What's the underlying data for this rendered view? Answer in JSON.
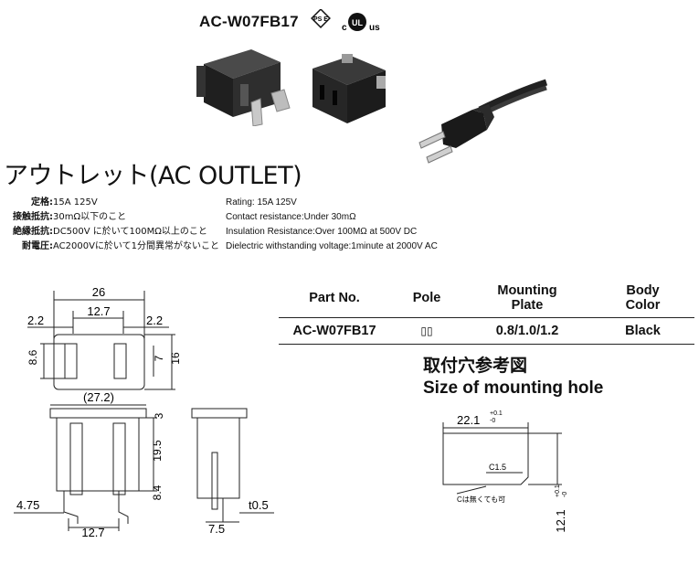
{
  "header": {
    "model": "AC-W07FB17",
    "cert_pse": "PS E",
    "cert_c": "c",
    "cert_ul": "UL",
    "cert_us": "us"
  },
  "section_title": "アウトレット(AC OUTLET)",
  "specs": {
    "jp": [
      {
        "key": "定格:",
        "value": "15A 125V"
      },
      {
        "key": "接触抵抗:",
        "value": "30mΩ以下のこと"
      },
      {
        "key": "絶縁抵抗:",
        "value": "DC500V に於いて100MΩ以上のこと"
      },
      {
        "key": "耐電圧:",
        "value": "AC2000Vに於いて1分間異常がないこと"
      }
    ],
    "en": [
      "Rating: 15A 125V",
      "Contact resistance:Under 30mΩ",
      "Insulation Resistance:Over 100MΩ at 500V DC",
      "Dielectric withstanding voltage:1minute at 2000V AC"
    ]
  },
  "parts_table": {
    "headers": [
      {
        "line1": "Part No.",
        "line2": ""
      },
      {
        "line1": "Pole",
        "line2": ""
      },
      {
        "line1": "Mounting",
        "line2": "Plate"
      },
      {
        "line1": "Body",
        "line2": "Color"
      }
    ],
    "rows": [
      [
        "AC-W07FB17",
        "▯▯",
        "0.8/1.0/1.2",
        "Black"
      ]
    ]
  },
  "mounting_hole": {
    "title_jp": "取付穴参考図",
    "title_en": "Size of mounting hole",
    "width_dim": "22.1",
    "width_tol_plus": "+0.1",
    "width_tol_minus": "-0",
    "height_dim": "12.1",
    "height_tol_plus": "+0.1",
    "height_tol_minus": "-0",
    "chamfer": "C1.5",
    "note": "Cは無くても可"
  },
  "drawing_front": {
    "d_26": "26",
    "d_12_7_top": "12.7",
    "d_2_2_left": "2.2",
    "d_2_2_right": "2.2",
    "d_8_6": "8.6",
    "d_7": "7",
    "d_16": "16"
  },
  "drawing_side": {
    "d_27_2": "(27.2)",
    "d_3": "3",
    "d_19_5": "19.5",
    "d_8_4": "8.4",
    "d_4_75": "4.75",
    "d_12_7_bottom": "12.7",
    "d_7_5": "7.5",
    "d_t0_5": "t0.5"
  }
}
